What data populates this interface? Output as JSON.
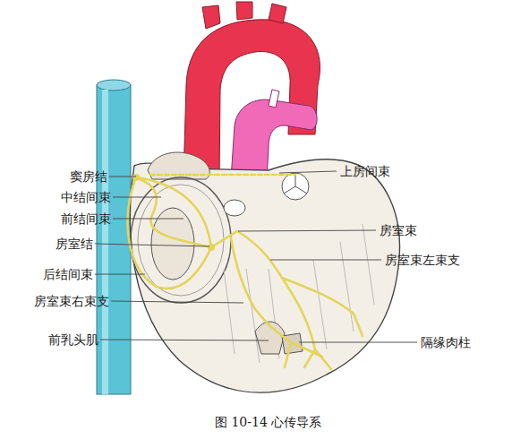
{
  "diagram": {
    "caption": "图 10-14 心传导系",
    "labels": [
      "窦房结",
      "中结间束",
      "前结间束",
      "房室结",
      "后结间束",
      "房室束右束支",
      "前乳头肌",
      "上房间束",
      "房室束",
      "房室束左束支",
      "隔缘肉柱"
    ]
  }
}
